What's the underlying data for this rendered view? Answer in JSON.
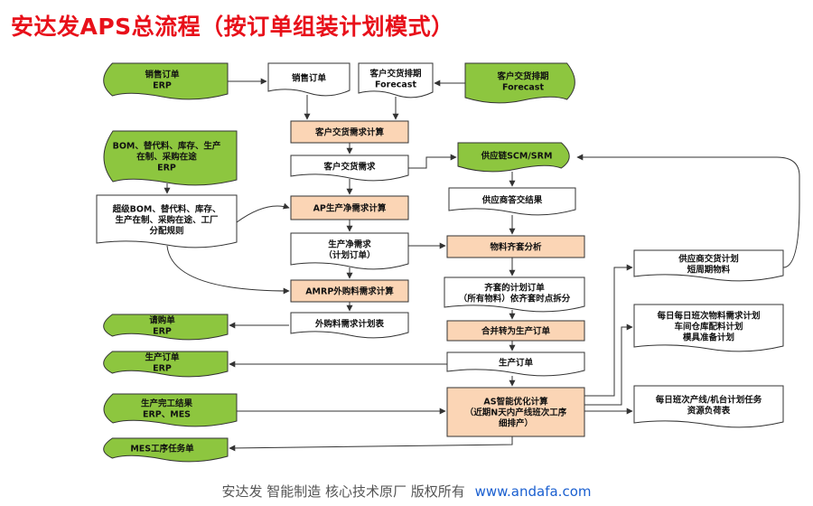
{
  "title": "安达发APS总流程（按订单组装计划模式）",
  "colors": {
    "erp_fill": "#8dc63f",
    "process_fill": "#fbd5b5",
    "doc_fill": "#ffffff",
    "stroke": "#333333",
    "title": "#e8101a",
    "url": "#1a5fd0"
  },
  "nodes": {
    "sales_order_erp": [
      "销售订单",
      "ERP"
    ],
    "sales_order": [
      "销售订单"
    ],
    "customer_forecast_doc": [
      "客户交货排期",
      "Forecast"
    ],
    "customer_forecast_erp": [
      "客户交货排期",
      "Forecast"
    ],
    "customer_demand_calc": [
      "客户交货需求计算"
    ],
    "bom_erp": [
      "BOM、替代料、库存、生产",
      "在制、采购在途",
      "ERP"
    ],
    "customer_demand": [
      "客户交货需求"
    ],
    "scm_srm": [
      "供应链SCM/SRM"
    ],
    "super_bom": [
      "超级BOM、替代料、库存、",
      "生产在制、采购在途、工厂",
      "分配规则"
    ],
    "ap_net_calc": [
      "AP生产净需求计算"
    ],
    "supplier_reply": [
      "供应商答交结果"
    ],
    "net_demand": [
      "生产净需求",
      "（计划订单）"
    ],
    "kitting_analysis": [
      "物料齐套分析"
    ],
    "supplier_plan": [
      "供应商交货计划",
      "短周期物料"
    ],
    "amrp_calc": [
      "AMRP外购料需求计算"
    ],
    "kitted_orders": [
      "齐套的计划订单",
      "（所有物料）依齐套时点拆分"
    ],
    "purchase_req_erp": [
      "请购单",
      "ERP"
    ],
    "purchase_plan": [
      "外购料需求计划表"
    ],
    "merge_orders": [
      "合并转为生产订单"
    ],
    "daily_material": [
      "每日每日班次物料需求计划",
      "车间仓库配料计划",
      "模具准备计划"
    ],
    "prod_order_erp": [
      "生产订单",
      "ERP"
    ],
    "prod_order": [
      "生产订单"
    ],
    "as_optimize": [
      "AS智能优化计算",
      "（近期N天内产线班次工序",
      "细排产）"
    ],
    "completion_erp": [
      "生产完工结果",
      "ERP、MES"
    ],
    "daily_line_tasks": [
      "每日班次产线/机台计划任务",
      "资源负荷表"
    ],
    "mes_tasks": [
      "MES工序任务单"
    ]
  },
  "footer": {
    "text": "安达发   智能制造 核心技术原厂   版权所有",
    "url": "www.andafa.com"
  }
}
